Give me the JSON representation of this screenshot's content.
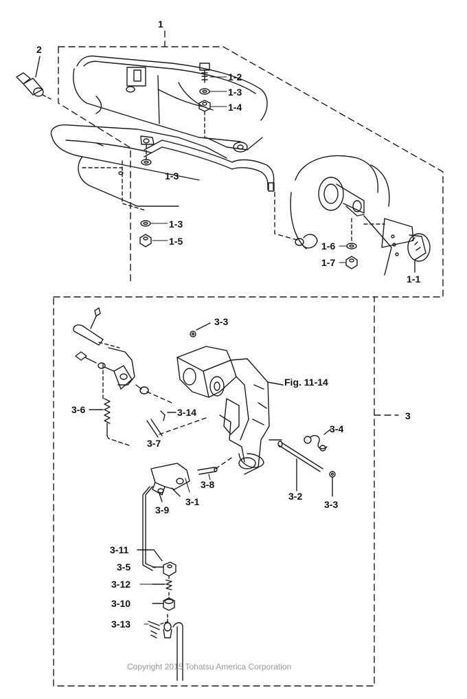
{
  "labels": {
    "l1": "1",
    "l2": "2",
    "l1_2": "1-2",
    "l1_3a": "1-3",
    "l1_4": "1-4",
    "l1_3b": "1-3",
    "l1_3c": "1-3",
    "l1_5": "1-5",
    "l1_6": "1-6",
    "l1_7": "1-7",
    "l1_1": "1-1",
    "l3_3a": "3-3",
    "fig": "Fig. 11-14",
    "l3": "3",
    "l3_6": "3-6",
    "l3_14": "3-14",
    "l3_7": "3-7",
    "l3_4": "3-4",
    "l3_8": "3-8",
    "l3_9": "3-9",
    "l3_1": "3-1",
    "l3_2": "3-2",
    "l3_3b": "3-3",
    "l3_11": "3-11",
    "l3_5": "3-5",
    "l3_12": "3-12",
    "l3_10": "3-10",
    "l3_13": "3-13"
  },
  "watermark": "Copyright 2015 Tohatsu America Corporation",
  "colors": {
    "line": "#1a1a1a",
    "watermark": "#9a9a9a",
    "background": "#ffffff"
  }
}
